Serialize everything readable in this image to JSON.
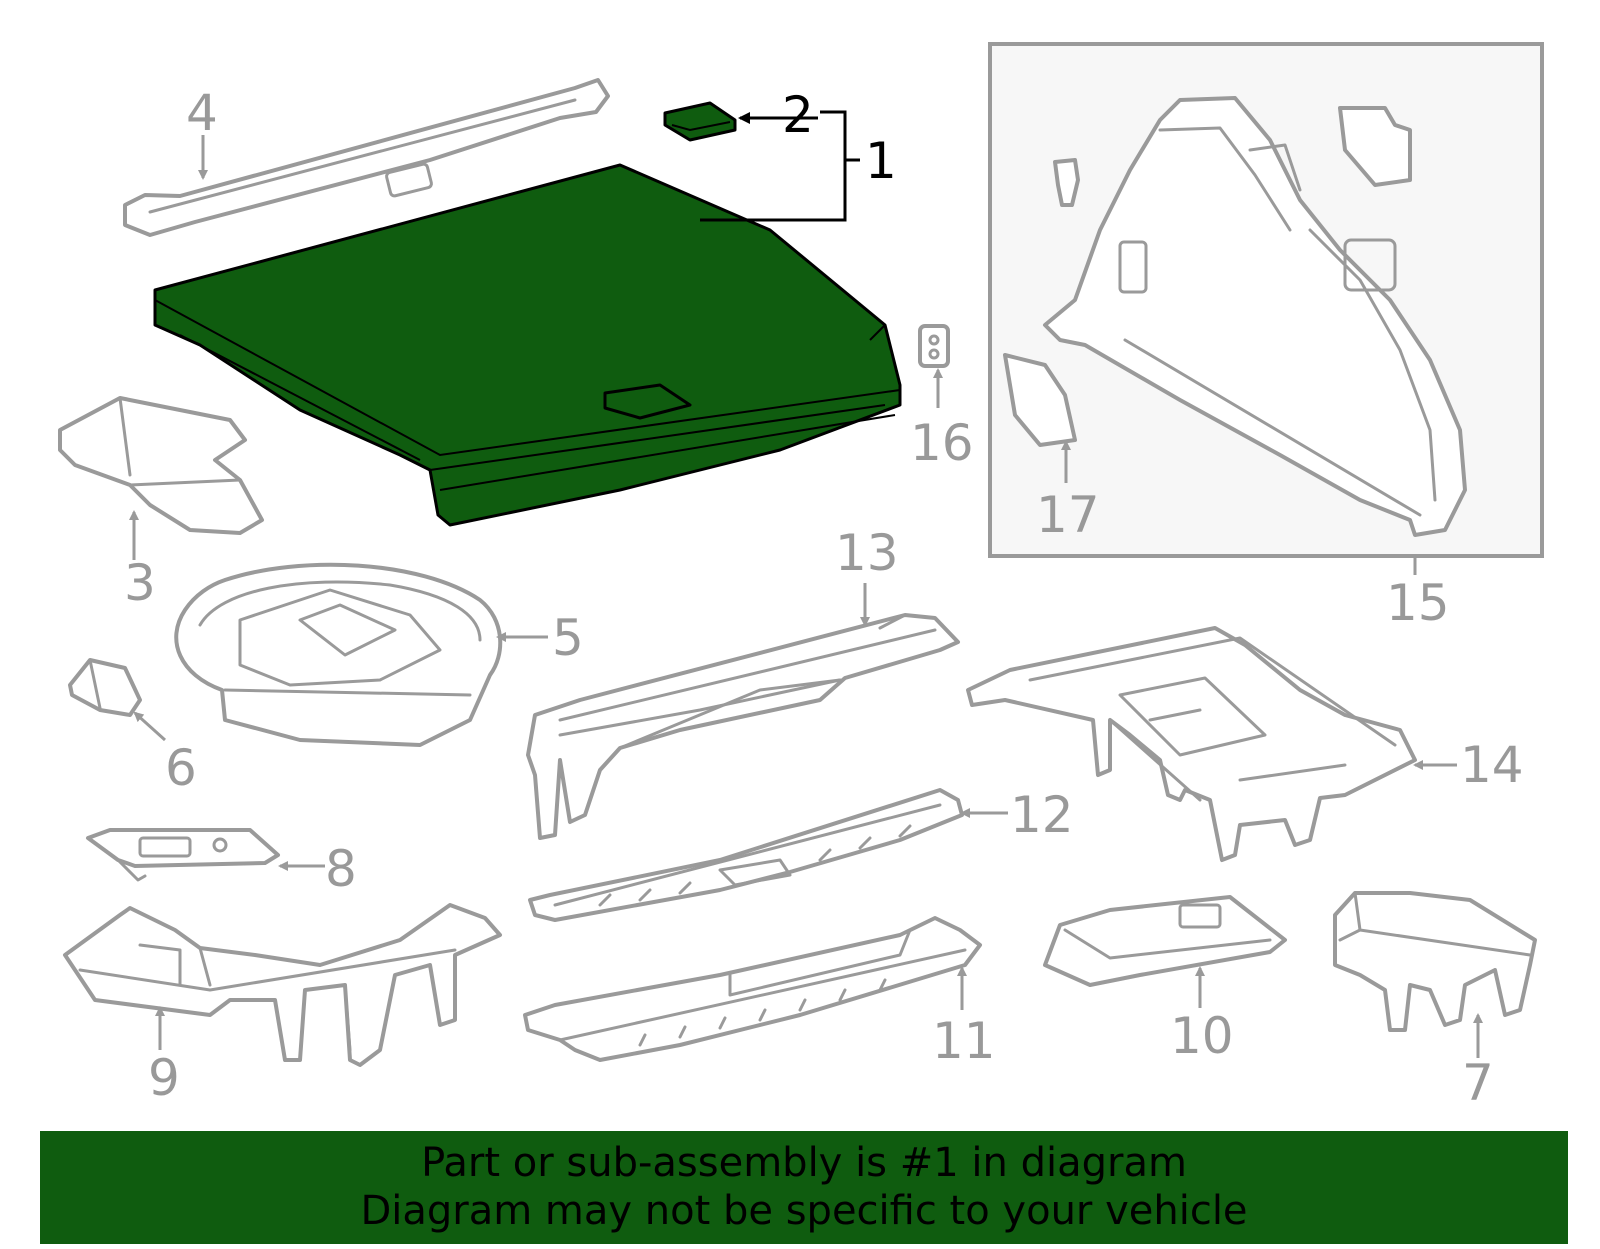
{
  "callouts": {
    "c1": "1",
    "c2": "2",
    "c3": "3",
    "c4": "4",
    "c5": "5",
    "c6": "6",
    "c7": "7",
    "c8": "8",
    "c9": "9",
    "c10": "10",
    "c11": "11",
    "c12": "12",
    "c13": "13",
    "c14": "14",
    "c15": "15",
    "c16": "16",
    "c17": "17"
  },
  "banner": {
    "line1": "Part or sub-assembly is #1 in diagram",
    "line2": "Diagram may not be specific to your vehicle"
  },
  "colors": {
    "highlight": "#0f5c0f",
    "part_outline": "#9a9a9a",
    "callout_text": "#999999",
    "inset_background": "#f7f7f7"
  }
}
